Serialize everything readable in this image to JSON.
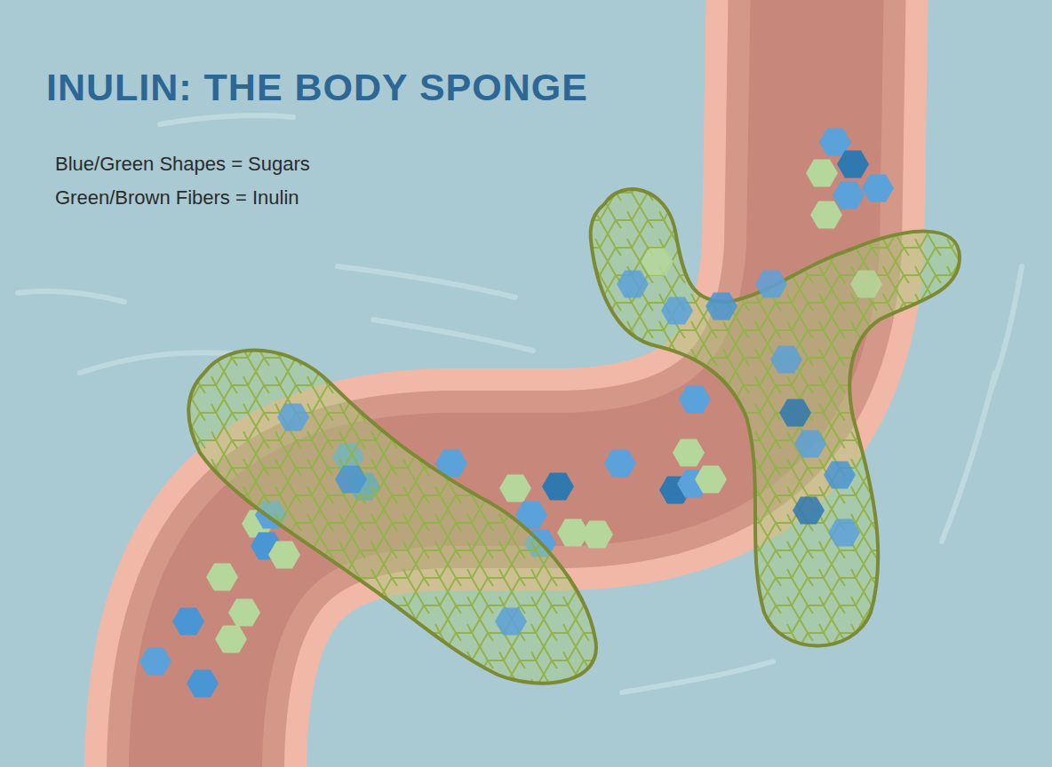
{
  "diagram": {
    "title": "INULIN: THE BODY SPONGE",
    "legend": [
      {
        "text": "Blue/Green Shapes = Sugars"
      },
      {
        "text": "Green/Brown Fibers = Inulin"
      }
    ]
  }
}
